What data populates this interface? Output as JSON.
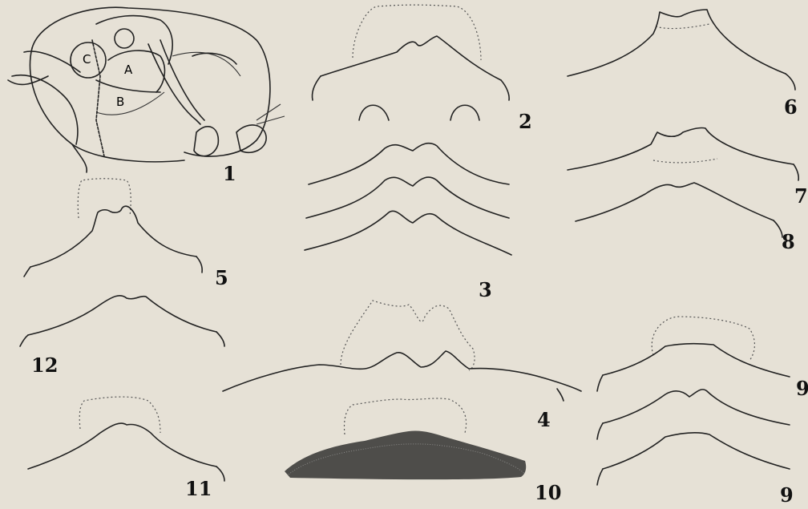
{
  "figure_labels": [
    "1",
    "2",
    "3",
    "4",
    "5",
    "6",
    "7",
    "8",
    "9",
    "9",
    "10",
    "11",
    "12"
  ],
  "part_labels": [
    "A",
    "B",
    "C"
  ]
}
